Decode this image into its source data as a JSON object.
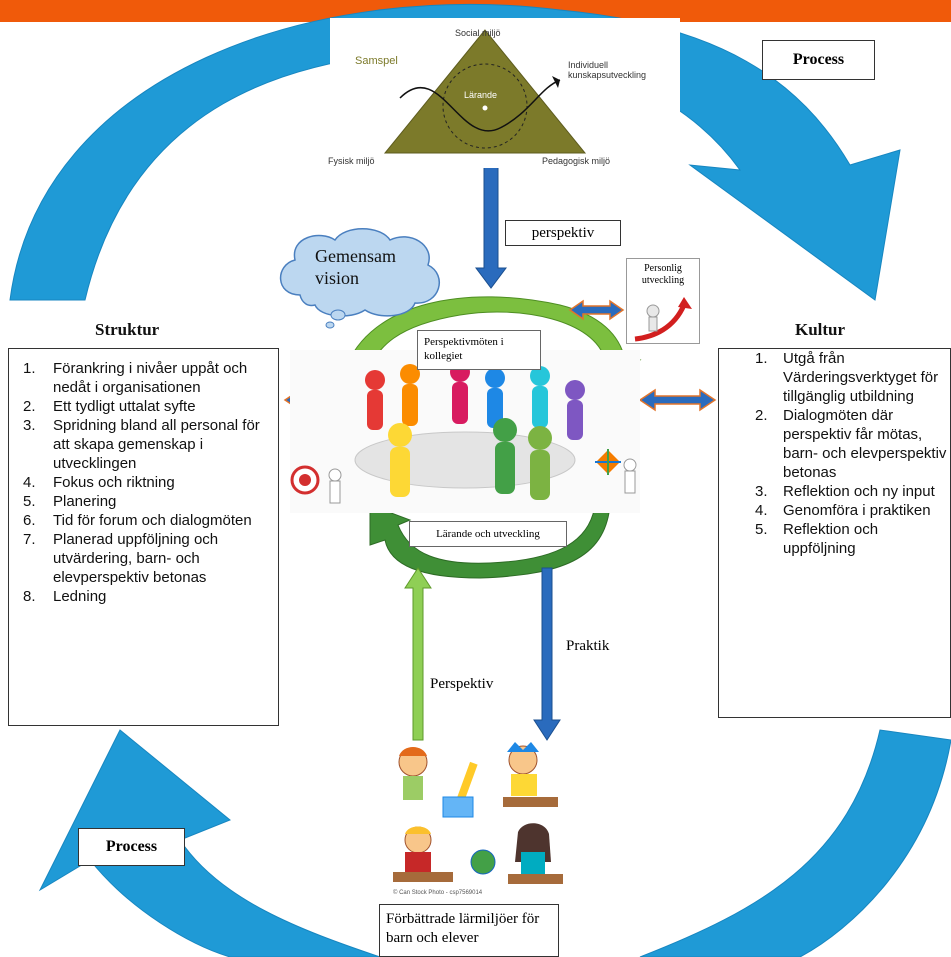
{
  "colors": {
    "top_bar": "#f05a0a",
    "process_arrow": "#1f9ad6",
    "triangle_fill": "#7c7a2a",
    "curve_green": "#6fb33a",
    "arrow_blue": "#2a6bbd",
    "arrow_orange": "#e2742a"
  },
  "triangle": {
    "top": "Social miljö",
    "left_label": "Samspel",
    "center": "Lärande",
    "right": "Individuell kunskapsutveckling",
    "bottom_left": "Fysisk miljö",
    "bottom_right": "Pedagogisk miljö"
  },
  "labels": {
    "process_top": "Process",
    "process_bottom": "Process",
    "perspektiv_top": "perspektiv",
    "gemensam_vision": "Gemensam vision",
    "personlig_utveckling": "Personlig utveckling",
    "perspektivmoten": "Perspektivmöten i kollegiet",
    "larande_utveckling": "Lärande och utveckling",
    "praktik": "Praktik",
    "perspektiv_bottom": "Perspektiv",
    "forbattrade": "Förbättrade lärmiljöer för barn och elever",
    "image_caption": "© Can Stock Photo - csp7569014"
  },
  "struktur": {
    "title": "Struktur",
    "items": [
      "Förankring i nivåer uppåt och nedåt i organisationen",
      "Ett tydligt uttalat syfte",
      "Spridning bland all personal för att skapa gemenskap i utvecklingen",
      "Fokus och riktning",
      "Planering",
      "Tid för forum och dialogmöten",
      "Planerad uppföljning och utvärdering, barn- och elevperspektiv betonas",
      "Ledning"
    ]
  },
  "kultur": {
    "title": "Kultur",
    "items": [
      "Utgå från Värderingsverktyget för tillgänglig utbildning",
      "Dialogmöten där perspektiv får mötas, barn- och elevperspektiv betonas",
      "Reflektion och ny input",
      "Genomföra i praktiken",
      "Reflektion och uppföljning"
    ]
  }
}
